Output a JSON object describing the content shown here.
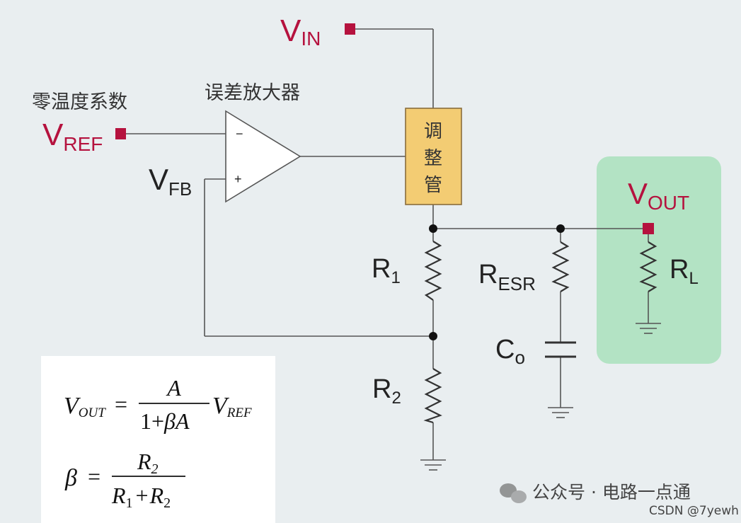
{
  "labels": {
    "vin": {
      "main": "V",
      "sub": "IN"
    },
    "vref": {
      "main": "V",
      "sub": "REF"
    },
    "vfb": {
      "main": "V",
      "sub": "FB"
    },
    "vout": {
      "main": "V",
      "sub": "OUT"
    },
    "zero_tc": "零温度系数",
    "error_amp": "误差放大器",
    "pass_device": [
      "调",
      "整",
      "管"
    ],
    "opamp_minus": "−",
    "opamp_plus": "+",
    "r1": {
      "main": "R",
      "sub": "1"
    },
    "r2": {
      "main": "R",
      "sub": "2"
    },
    "resr": {
      "main": "R",
      "sub": "ESR"
    },
    "co": {
      "main": "C",
      "sub": "o"
    },
    "rl": {
      "main": "R",
      "sub": "L"
    }
  },
  "formulas": {
    "f1": {
      "lhs": "V",
      "lhs_sub": "OUT",
      "eq": "=",
      "num": "A",
      "den_1": "1+",
      "den_beta": "β",
      "den_a": "A",
      "rhs": "V",
      "rhs_sub": "REF"
    },
    "f2": {
      "lhs": "β",
      "eq": "=",
      "num": "R",
      "num_sub": "2",
      "den_r1": "R",
      "den_r1_sub": "1",
      "den_plus": "+",
      "den_r2": "R",
      "den_r2_sub": "2"
    }
  },
  "watermark": {
    "brand": "公众号 · 电路一点通",
    "credit": "CSDN @7yewh"
  },
  "colors": {
    "accent": "#b5123e",
    "pass_device_fill": "#f3cc73",
    "load_fill": "#b3e3c4",
    "background": "#e9eef0"
  }
}
